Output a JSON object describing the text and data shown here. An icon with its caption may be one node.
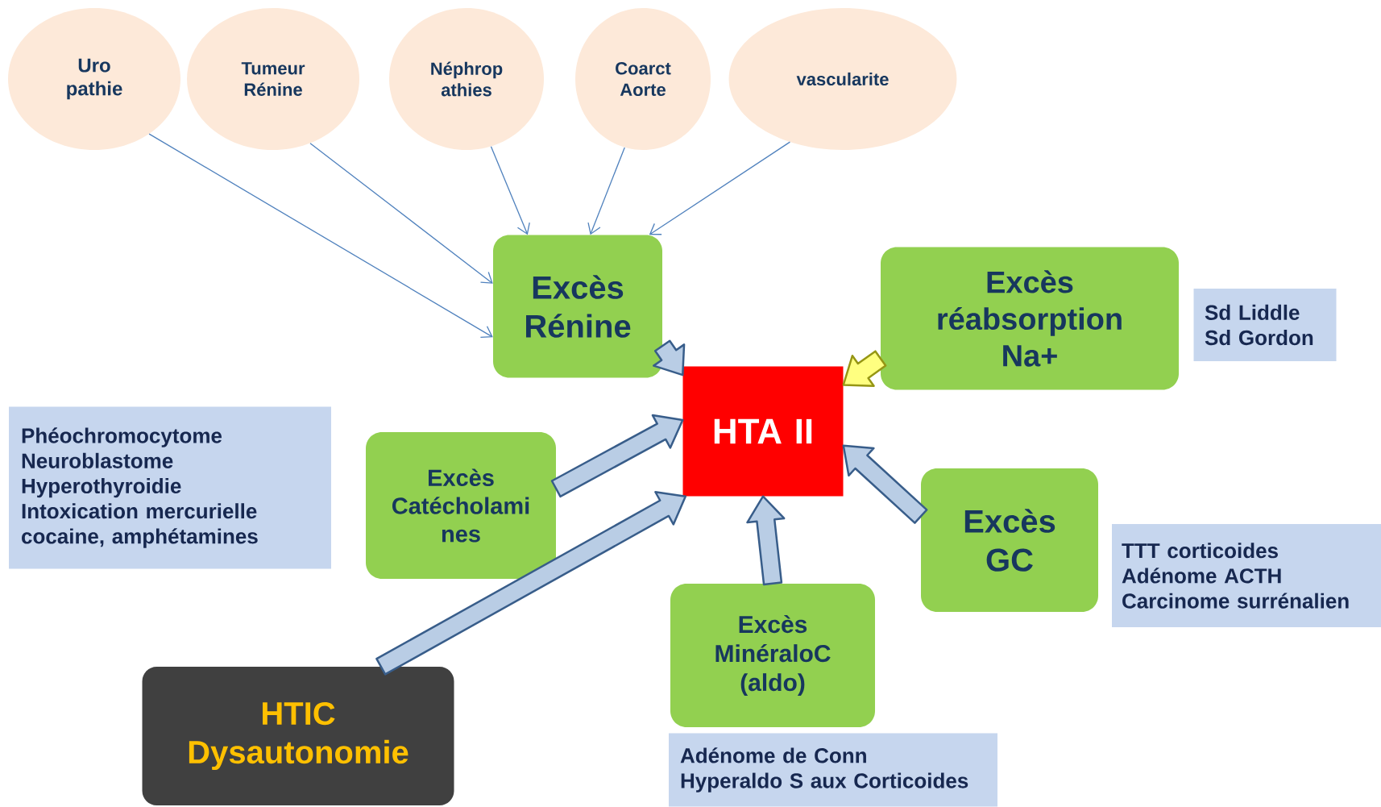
{
  "diagram": {
    "nodes": [
      {
        "text": [
          "Uro pathie"
        ]
      },
      {
        "text": [
          "Tumeur Rénine"
        ]
      },
      {
        "text": [
          "Néphrop athies"
        ]
      },
      {
        "text": [
          "Coarct Aorte"
        ]
      },
      {
        "text": [
          "vascularite"
        ]
      },
      {
        "text": [
          "Excès Rénine"
        ]
      },
      {
        "text": [
          "Excès réabsorption Na+"
        ]
      },
      {
        "text": [
          "Sd Liddle",
          "Sd Gordon"
        ]
      },
      {
        "text": [
          "HTA II"
        ]
      },
      {
        "text": [
          "Phéochromocytome",
          "Neuroblastome",
          "Hyperothyroidie",
          "Intoxication mercurielle",
          "cocaine, amphétamines"
        ]
      },
      {
        "text": [
          "Excès Catécholami nes"
        ]
      },
      {
        "text": [
          "Excès GC"
        ]
      },
      {
        "text": [
          "TTT corticoides",
          "Adénome ACTH",
          "Carcinome surrénalien"
        ]
      },
      {
        "text": [
          "Excès MinéraloC (aldo)"
        ]
      },
      {
        "text": [
          "HTIC Dysautonomie"
        ]
      },
      {
        "text": [
          "Adénome de Conn",
          "Hyperaldo S aux Corticoides"
        ]
      }
    ],
    "edges": [
      {
        "from": 0,
        "to": 5,
        "arrow": "to"
      },
      {
        "from": 1,
        "to": 5,
        "arrow": "to"
      },
      {
        "from": 2,
        "to": 5,
        "arrow": "to"
      },
      {
        "from": 3,
        "to": 5,
        "arrow": "to"
      },
      {
        "from": 4,
        "to": 5,
        "arrow": "to"
      },
      {
        "from": 5,
        "to": 8,
        "arrow": "to",
        "style": "thick"
      },
      {
        "from": 6,
        "to": 8,
        "arrow": "to",
        "style": "thick",
        "color": "#ffff80"
      },
      {
        "from": 10,
        "to": 8,
        "arrow": "to",
        "style": "thick"
      },
      {
        "from": 11,
        "to": 8,
        "arrow": "to",
        "style": "thick"
      },
      {
        "from": 13,
        "to": 8,
        "arrow": "to",
        "style": "thick"
      },
      {
        "from": 14,
        "to": 8,
        "arrow": "to",
        "style": "thick"
      }
    ]
  }
}
